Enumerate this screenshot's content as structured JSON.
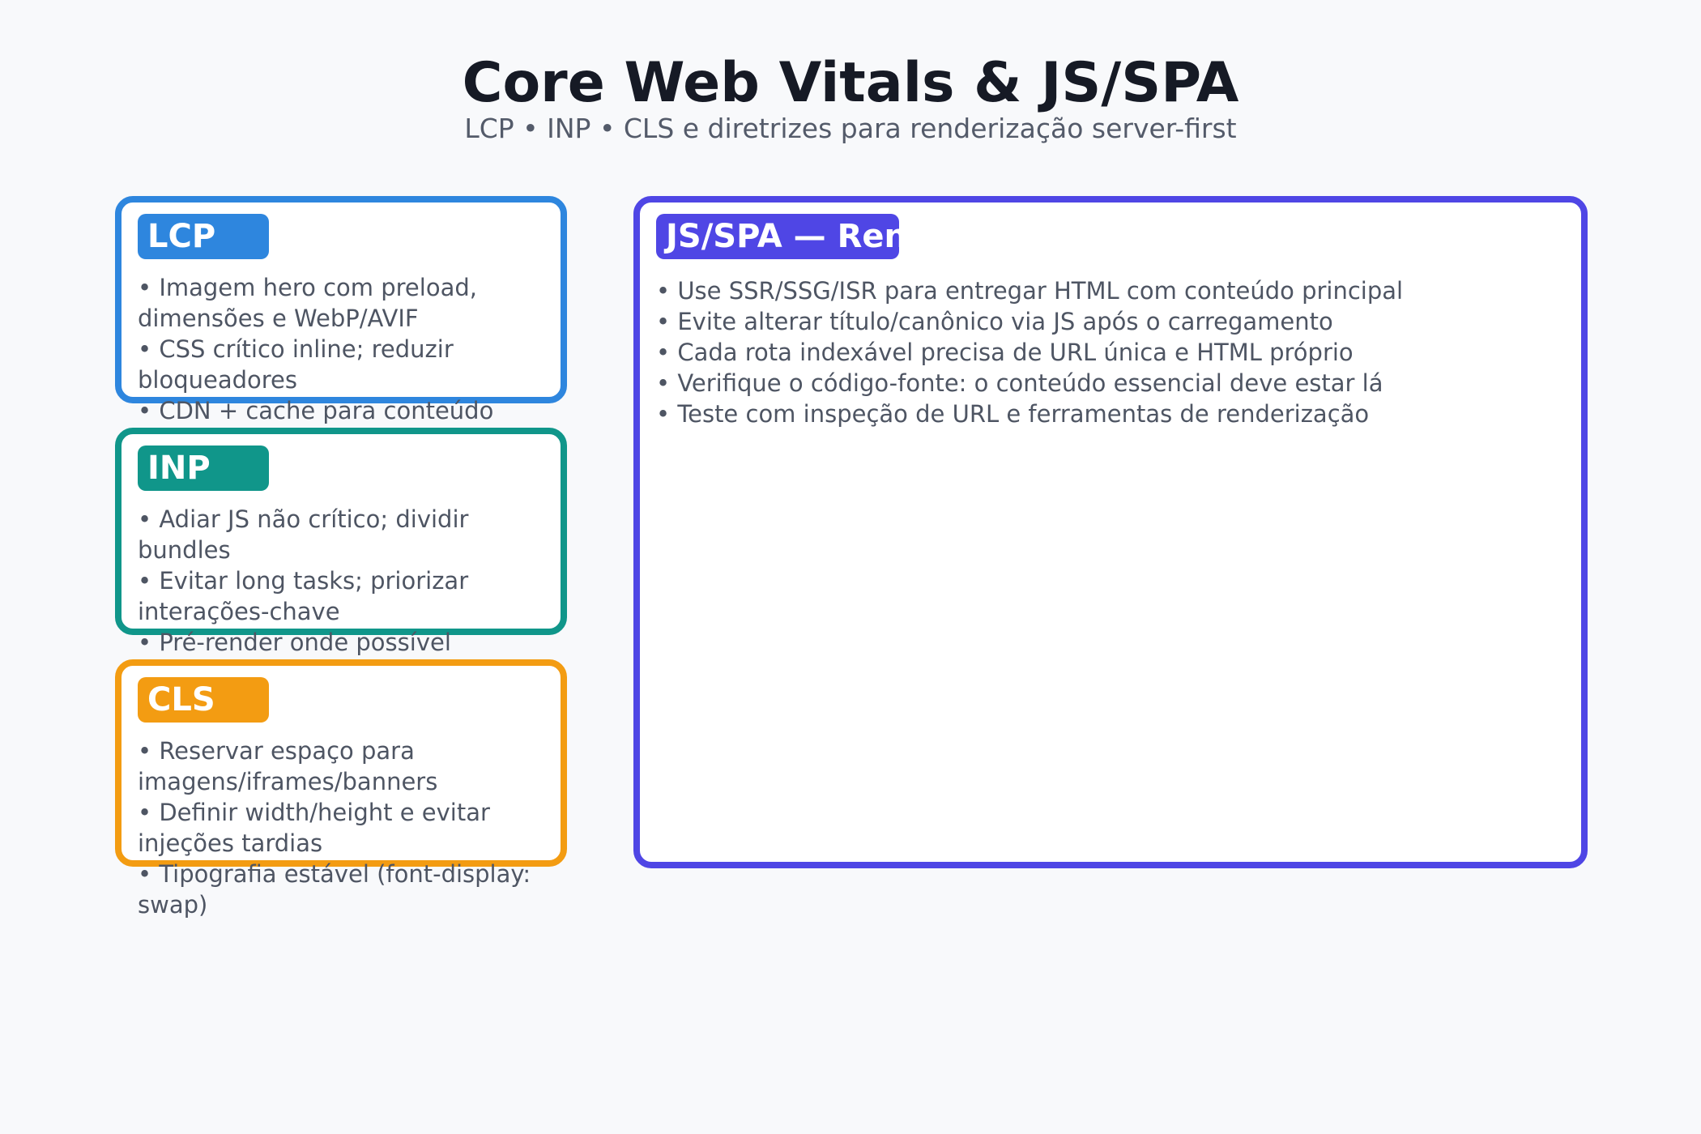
{
  "header": {
    "title": "Core Web Vitals & JS/SPA",
    "subtitle": "LCP • INP • CLS e diretrizes para renderização server-first"
  },
  "cards": [
    {
      "label": "LCP",
      "color": "#2e86de",
      "items": [
        "Imagem hero com preload, dimensões e WebP/AVIF",
        "CSS crítico inline; reduzir bloqueadores",
        "CDN + cache para conteúdo"
      ]
    },
    {
      "label": "INP",
      "color": "#10968a",
      "items": [
        "Adiar JS não crítico; dividir bundles",
        "Evitar long tasks; priorizar interações-chave",
        "Pré-render onde possível"
      ]
    },
    {
      "label": "CLS",
      "color": "#f39c12",
      "items": [
        "Reservar espaço para imagens/iframes/banners",
        "Definir width/height e evitar injeções tardias",
        "Tipografia estável (font-display: swap)"
      ]
    },
    {
      "label": "JS/SPA — Renderização",
      "color": "#4f46e5",
      "items": [
        "Use SSR/SSG/ISR para entregar HTML com conteúdo principal",
        "Evite alterar título/canônico via JS após o carregamento",
        "Cada rota indexável precisa de URL única e HTML próprio",
        "Verifique o código-fonte: o conteúdo essencial deve estar lá",
        "Teste com inspeção de URL e ferramentas de renderização"
      ]
    }
  ]
}
